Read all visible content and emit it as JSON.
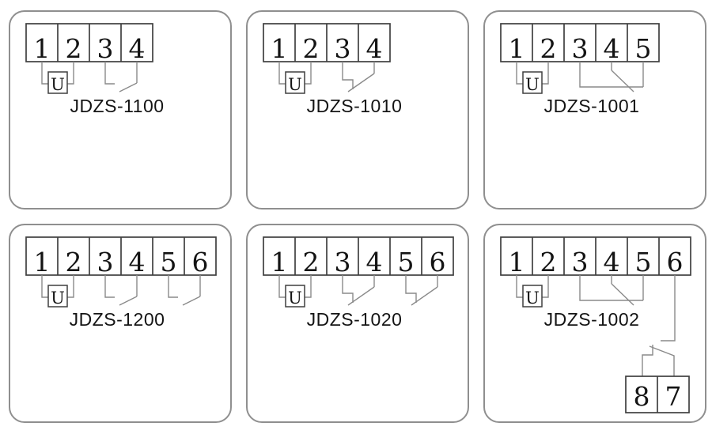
{
  "colors": {
    "background": "#ffffff",
    "panel_border": "#8f8f8f",
    "strip_line": "#3f3f3f",
    "wire": "#8a8a8a",
    "text": "#141414"
  },
  "panels": [
    {
      "label": "JDZS-1100",
      "terminals": [
        "1",
        "2",
        "3",
        "4"
      ],
      "coil": "U",
      "contacts": [
        {
          "type": "no",
          "a": 3,
          "b": 4
        }
      ]
    },
    {
      "label": "JDZS-1010",
      "terminals": [
        "1",
        "2",
        "3",
        "4"
      ],
      "coil": "U",
      "contacts": [
        {
          "type": "nc",
          "a": 3,
          "b": 4
        }
      ]
    },
    {
      "label": "JDZS-1001",
      "terminals": [
        "1",
        "2",
        "3",
        "4",
        "5"
      ],
      "coil": "U",
      "contacts": [
        {
          "type": "co",
          "a": 3,
          "m": 4,
          "b": 5
        }
      ]
    },
    {
      "label": "JDZS-1200",
      "terminals": [
        "1",
        "2",
        "3",
        "4",
        "5",
        "6"
      ],
      "coil": "U",
      "contacts": [
        {
          "type": "no",
          "a": 3,
          "b": 4
        },
        {
          "type": "no",
          "a": 5,
          "b": 6
        }
      ]
    },
    {
      "label": "JDZS-1020",
      "terminals": [
        "1",
        "2",
        "3",
        "4",
        "5",
        "6"
      ],
      "coil": "U",
      "contacts": [
        {
          "type": "nc",
          "a": 3,
          "b": 4
        },
        {
          "type": "nc",
          "a": 5,
          "b": 6
        }
      ]
    },
    {
      "label": "JDZS-1002",
      "terminals": [
        "1",
        "2",
        "3",
        "4",
        "5",
        "6"
      ],
      "coil": "U",
      "contacts": [
        {
          "type": "co",
          "a": 3,
          "m": 4,
          "b": 5
        },
        {
          "type": "aux",
          "from": 6
        }
      ],
      "aux_terminals": [
        "8",
        "7"
      ]
    }
  ]
}
